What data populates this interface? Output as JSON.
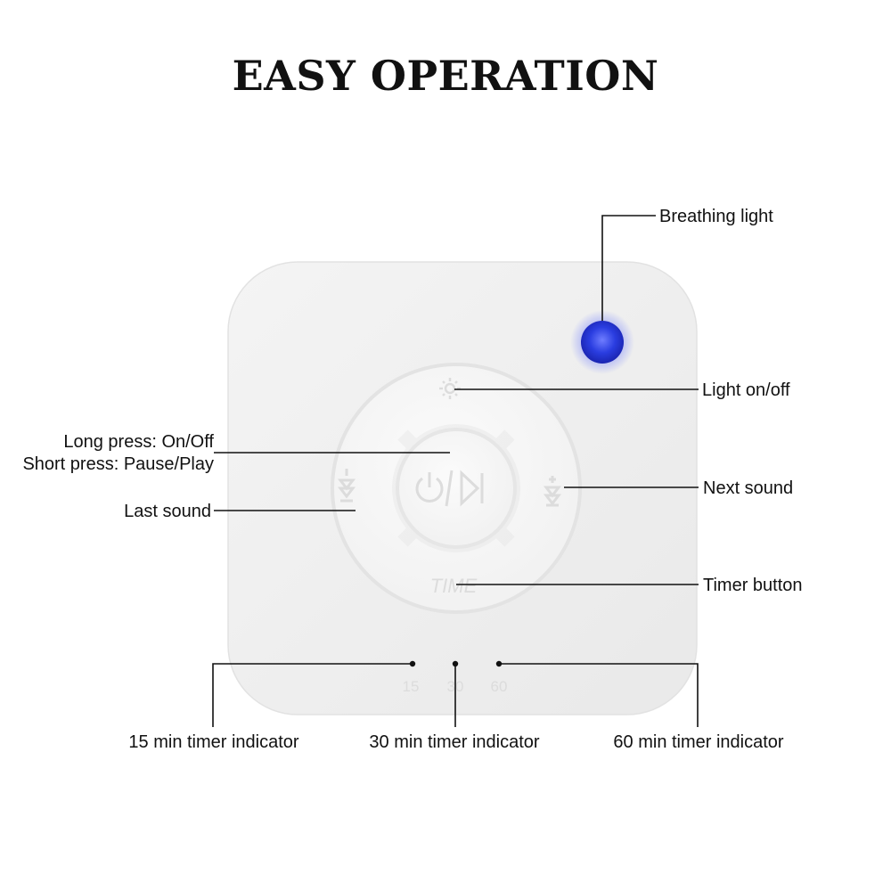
{
  "title": "EASY OPERATION",
  "callouts": {
    "breathing_light": "Breathing light",
    "light_onoff": "Light on/off",
    "long_press": "Long press: On/Off",
    "short_press": "Short press: Pause/Play",
    "last_sound": "Last sound",
    "next_sound": "Next sound",
    "timer_button": "Timer button",
    "timer15": "15 min timer indicator",
    "timer30": "30 min timer indicator",
    "timer60": "60 min timer indicator"
  },
  "device": {
    "time_label": "TIME",
    "indicators": [
      "15",
      "30",
      "60"
    ]
  },
  "icons": {
    "light_button": "sun-icon",
    "center_button": "power-play-pause-icon",
    "prev_button": "previous-minus-icon",
    "next_button": "next-plus-icon"
  },
  "colors": {
    "device_body": "#ededed",
    "button_face": "#f7f7f7",
    "breathing_led": "#2a3de0",
    "text": "#111111"
  }
}
